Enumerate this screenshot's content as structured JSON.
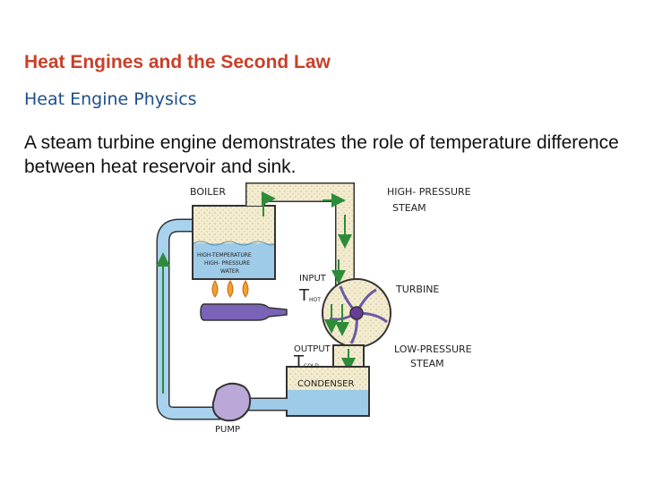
{
  "slide": {
    "title": "Heat Engines and the Second Law",
    "subtitle": "Heat Engine Physics",
    "body": "A steam turbine engine demonstrates the role of temperature difference between heat reservoir and sink."
  },
  "diagram": {
    "labels": {
      "boiler": "BOILER",
      "high_pressure_1": "HIGH- PRESSURE",
      "high_pressure_2": "STEAM",
      "water_1": "HIGH-TEMPERATURE",
      "water_2": "HIGH- PRESSURE",
      "water_3": "WATER",
      "input": "INPUT",
      "t_hot": "T",
      "t_hot_sub": "HOT",
      "turbine": "TURBINE",
      "output": "OUTPUT",
      "t_cold": "T",
      "t_cold_sub": "COLD",
      "low_pressure_1": "LOW-PRESSURE",
      "low_pressure_2": "STEAM",
      "condenser": "CONDENSER",
      "pump": "PUMP"
    },
    "colors": {
      "water": "#9ecbe8",
      "pipe": "#a9d2ee",
      "steam": "#f3ecd0",
      "arrow": "#2e8b3a",
      "flame": "#f0a030",
      "burner": "#7b63b8",
      "pump": "#b9a8d8",
      "turbine_hub": "#6a3c9a",
      "outline": "#333333"
    }
  }
}
